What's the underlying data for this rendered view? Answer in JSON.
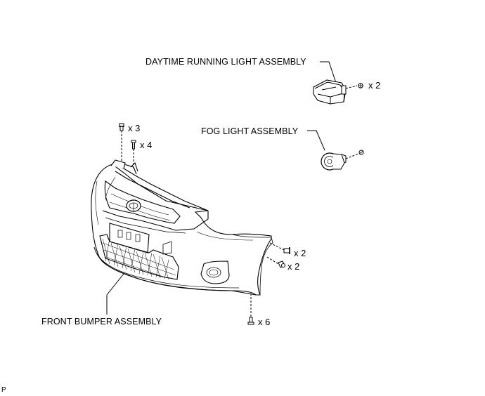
{
  "labels": {
    "drl": "DAYTIME RUNNING LIGHT ASSEMBLY",
    "fog": "FOG LIGHT ASSEMBLY",
    "bumper": "FRONT BUMPER ASSEMBLY"
  },
  "quantities": {
    "drl_screw": "x 2",
    "top_clip": "x 3",
    "top_screw": "x 4",
    "side_clip": "x 2",
    "side_screw": "x 2",
    "bottom_screw": "x 6"
  },
  "corner_code": "P",
  "colors": {
    "line": "#000000",
    "background": "#ffffff"
  }
}
